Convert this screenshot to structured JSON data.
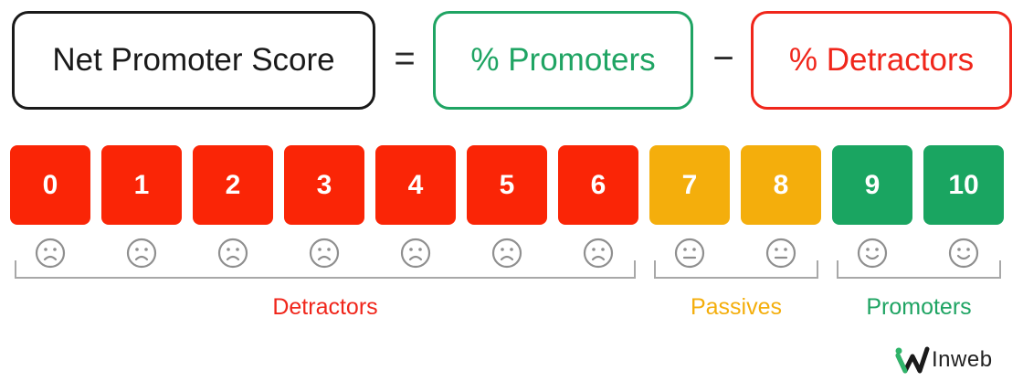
{
  "formula": {
    "nps_label": "Net Promoter Score",
    "equals": "=",
    "promoters_label": "% Promoters",
    "minus": "−",
    "detractors_label": "% Detractors"
  },
  "scores": [
    {
      "value": "0",
      "group": "detractor",
      "face": "sad-face-icon"
    },
    {
      "value": "1",
      "group": "detractor",
      "face": "sad-face-icon"
    },
    {
      "value": "2",
      "group": "detractor",
      "face": "sad-face-icon"
    },
    {
      "value": "3",
      "group": "detractor",
      "face": "sad-face-icon"
    },
    {
      "value": "4",
      "group": "detractor",
      "face": "sad-face-icon"
    },
    {
      "value": "5",
      "group": "detractor",
      "face": "sad-face-icon"
    },
    {
      "value": "6",
      "group": "detractor",
      "face": "sad-face-icon"
    },
    {
      "value": "7",
      "group": "passive",
      "face": "neutral-face-icon"
    },
    {
      "value": "8",
      "group": "passive",
      "face": "neutral-face-icon"
    },
    {
      "value": "9",
      "group": "promoter",
      "face": "happy-face-icon"
    },
    {
      "value": "10",
      "group": "promoter",
      "face": "happy-face-icon"
    }
  ],
  "groups": {
    "detractors": "Detractors",
    "passives": "Passives",
    "promoters": "Promoters"
  },
  "colors": {
    "detractor": "#fa2506",
    "passive": "#f4ae0c",
    "promoter": "#1aa561",
    "face_gray": "#8f8f8f",
    "bracket_gray": "#a8a8a8"
  },
  "logo": {
    "text": "Inweb",
    "icon": "inweb-w-logo-icon"
  }
}
